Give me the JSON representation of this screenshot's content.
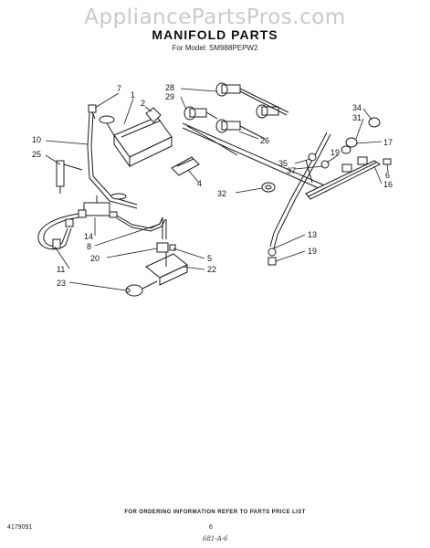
{
  "watermark": "AppliancePartsPros.com",
  "title": "MANIFOLD PARTS",
  "subtitle": "For Model: SM988PEPW2",
  "footer_note": "FOR ORDERING INFORMATION REFER TO PARTS PRICE LIST",
  "doc_number": "4179091",
  "page_number": "6",
  "handwritten_mark": "681-A-6",
  "callouts": {
    "c7": "7",
    "c1": "1",
    "c2": "2",
    "c10": "10",
    "c25": "25",
    "c28": "28",
    "c29": "29",
    "c26": "26",
    "c34": "34",
    "c31": "31",
    "c17": "17",
    "c19a": "19",
    "c35": "35",
    "c37": "37",
    "c6": "6",
    "c16": "16",
    "c4": "4",
    "c32": "32",
    "c14": "14",
    "c8": "8",
    "c20": "20",
    "c5": "5",
    "c22": "22",
    "c11": "11",
    "c23": "23",
    "c13": "13",
    "c19b": "19"
  }
}
